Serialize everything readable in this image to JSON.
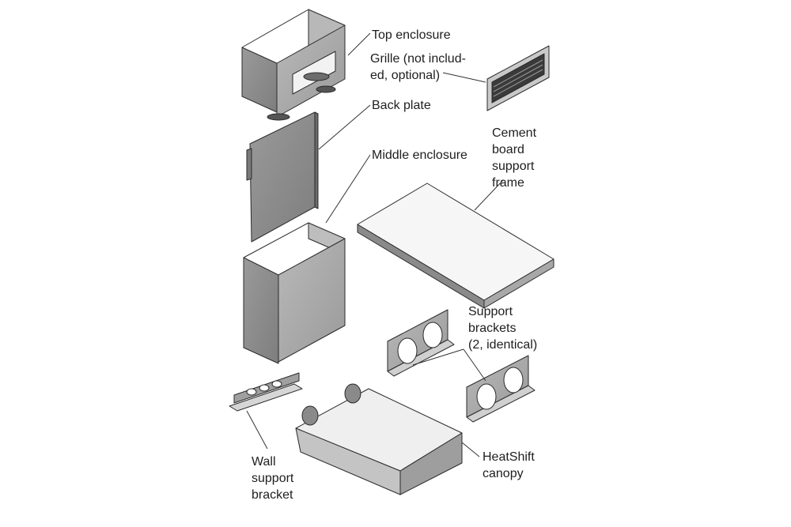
{
  "diagram": {
    "colors": {
      "outline": "#2b2b2b",
      "face_dark": "#8f8f8f",
      "face_mid": "#a9a9a9",
      "face_light": "#e6e6e6",
      "leader": "#333333"
    },
    "labels": {
      "top_enclosure": [
        "Top enclosure"
      ],
      "grille": [
        "Grille (not includ-",
        "ed, optional)"
      ],
      "back_plate": [
        "Back plate"
      ],
      "middle_enclosure": [
        "Middle enclosure"
      ],
      "cement_board": [
        "Cement",
        "board",
        "support",
        "frame"
      ],
      "support_brackets": [
        "Support",
        "brackets",
        "(2, identical)"
      ],
      "heatshift_canopy": [
        "HeatShift",
        "canopy"
      ],
      "wall_support_bracket": [
        "Wall",
        "support",
        "bracket"
      ]
    }
  }
}
